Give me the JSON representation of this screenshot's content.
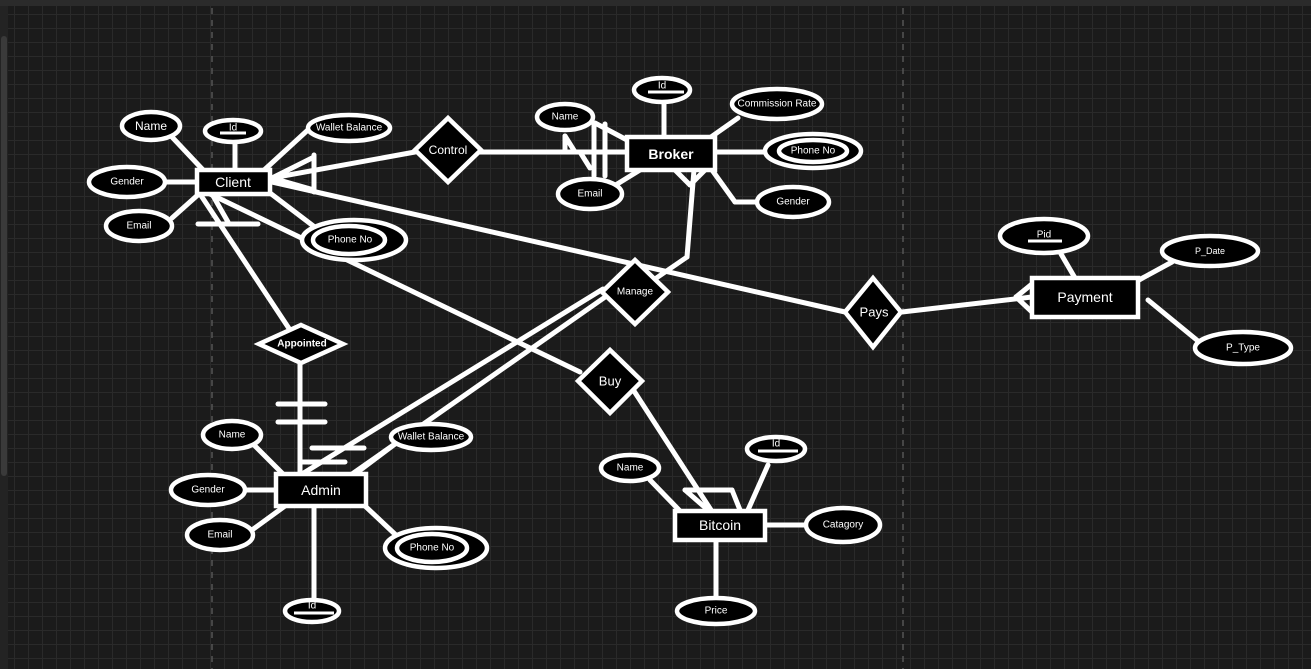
{
  "entities": {
    "client": "Client",
    "broker": "Broker",
    "payment": "Payment",
    "admin": "Admin",
    "bitcoin": "Bitcoin"
  },
  "relationships": {
    "control": "Control",
    "manage": "Manage",
    "pays": "Pays",
    "appointed": "Appointed",
    "buy": "Buy"
  },
  "attributes": {
    "client": {
      "name": "Name",
      "id": "Id",
      "wallet_balance": "Wallet Balance",
      "gender": "Gender",
      "email": "Email",
      "phone_no": "Phone No"
    },
    "broker": {
      "name": "Name",
      "id": "Id",
      "commission_rate": "Commission Rate",
      "email": "Email",
      "phone_no": "Phone No",
      "gender": "Gender"
    },
    "payment": {
      "pid": "Pid",
      "p_date": "P_Date",
      "p_type": "P_Type"
    },
    "admin": {
      "name": "Name",
      "wallet_balance": "Wallet Balance",
      "gender": "Gender",
      "email": "Email",
      "phone_no": "Phone No",
      "id": "Id"
    },
    "bitcoin": {
      "name": "Name",
      "id": "Id",
      "catagory": "Catagory",
      "price": "Price"
    }
  }
}
